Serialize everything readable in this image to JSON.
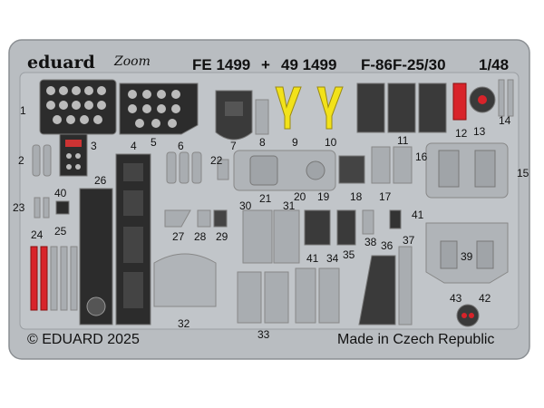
{
  "header": {
    "brand": "eduard",
    "zoom_logo": "Zoom",
    "code_1": "FE 1499",
    "plus": "+",
    "code_2": "49 1499",
    "aircraft": "F-86F-25/30",
    "scale": "1/48"
  },
  "footer": {
    "copyright": "© EDUARD 2025",
    "made_in": "Made in Czech Republic"
  },
  "part_numbers": [
    "1",
    "2",
    "3",
    "4",
    "5",
    "6",
    "7",
    "8",
    "9",
    "10",
    "11",
    "12",
    "13",
    "14",
    "15",
    "16",
    "17",
    "18",
    "19",
    "20",
    "21",
    "22",
    "23",
    "24",
    "25",
    "26",
    "27",
    "28",
    "29",
    "30",
    "31",
    "32",
    "33",
    "34",
    "35",
    "36",
    "37",
    "38",
    "39",
    "40",
    "41",
    "41",
    "42",
    "43"
  ],
  "colors": {
    "fret": "#b8bcc0",
    "panel_dark": "#2a2a2a",
    "yellow_part": "#f2e21a",
    "red_part": "#d8232a",
    "background": "#ffffff"
  }
}
